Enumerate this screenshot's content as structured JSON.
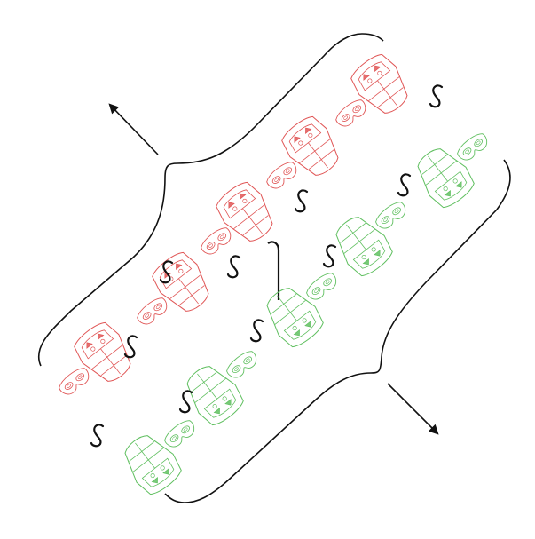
{
  "colors": {
    "background": "#ffffff",
    "border": "#555555",
    "ink": "#111111",
    "red_unit": "#e05555",
    "green_unit": "#5fbf5f"
  },
  "icons": {
    "mask": "mask-icon",
    "crest": "crest-icon",
    "spacer": "s-curve-icon",
    "arrow": "arrow-icon",
    "bracket": "brace-icon"
  },
  "strands": {
    "upper": {
      "color": "red_unit",
      "repeat_count": 5
    },
    "lower": {
      "color": "green_unit",
      "repeat_count": 5
    }
  }
}
